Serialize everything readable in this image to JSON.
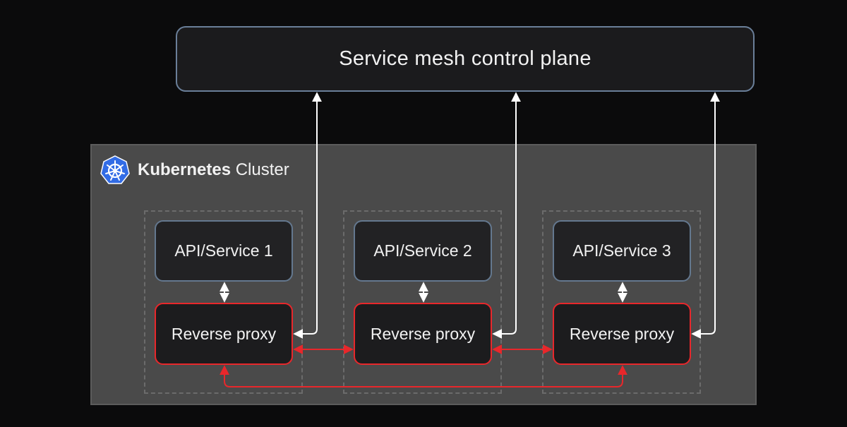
{
  "control_plane": {
    "label": "Service mesh control plane"
  },
  "cluster": {
    "title_bold": "Kubernetes",
    "title_rest": "Cluster",
    "icon": "kubernetes-helm-icon"
  },
  "pods": [
    {
      "service_label": "API/Service 1",
      "proxy_label": "Reverse proxy"
    },
    {
      "service_label": "API/Service 2",
      "proxy_label": "Reverse proxy"
    },
    {
      "service_label": "API/Service 3",
      "proxy_label": "Reverse proxy"
    }
  ],
  "colors": {
    "background": "#0b0b0c",
    "cluster_fill": "#4a4a4a",
    "service_border": "#64788f",
    "proxy_border": "#e8272b",
    "control_arrow": "#ffffff",
    "mesh_arrow": "#e8272b",
    "kube_blue": "#326ce5"
  }
}
